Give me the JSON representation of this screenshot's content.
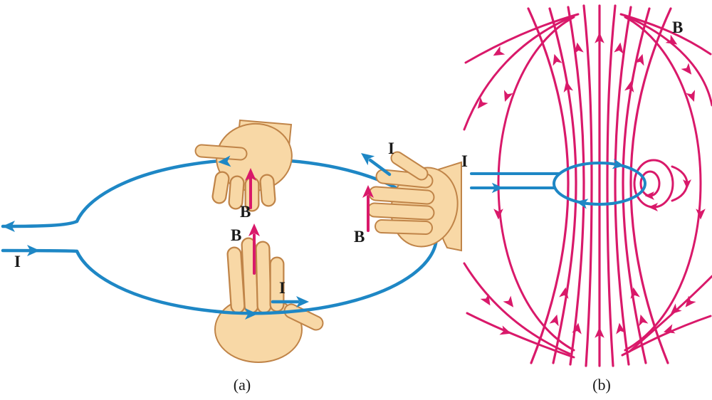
{
  "figure": {
    "panel_a": {
      "caption": "(a)",
      "label_current_lead": "I",
      "label_current_bottom": "I",
      "label_current_right": "I",
      "label_field_top": "B",
      "label_field_center": "B",
      "label_field_right": "B"
    },
    "panel_b": {
      "caption": "(b)",
      "label_current": "I",
      "label_field": "B"
    },
    "colors": {
      "wire": "#1e87c5",
      "field_line": "#d9196a",
      "skin": "#f8d8a6",
      "skin_outline": "#c08448",
      "text": "#1a1a1a",
      "background": "#ffffff"
    }
  }
}
